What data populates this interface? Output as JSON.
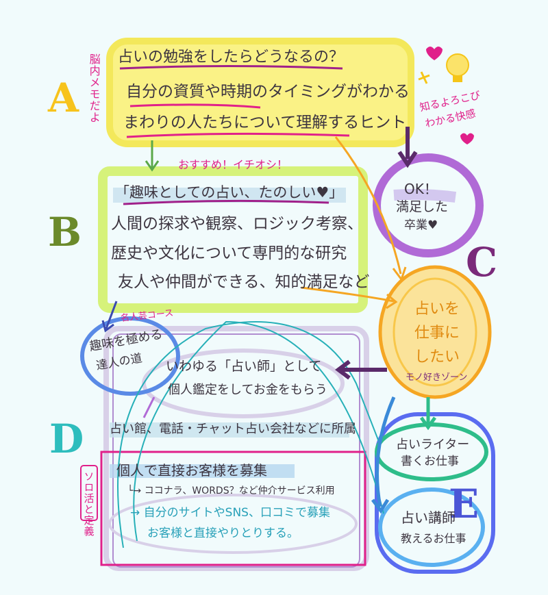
{
  "colors": {
    "a": "#f7c31c",
    "b": "#6b8a2a",
    "c": "#7a2a7a",
    "d": "#2ebdbd",
    "e": "#4b55d6",
    "yellow": "#fbf27a",
    "green": "#d6f27a",
    "purple": "#b06ad6",
    "orange": "#f5a623",
    "blue": "#5a6cf0",
    "magenta": "#e0208a",
    "teal": "#27b0b8",
    "ink": "#3d3540",
    "pink": "#e0208a"
  },
  "letters": {
    "a": "A",
    "b": "B",
    "c": "C",
    "d": "D",
    "e": "E"
  },
  "side_note_a": "脳内メモだよ",
  "side_note_d": "ソロ活と定義",
  "box_a": {
    "line1": "占いの勉強をしたらどうなるの？",
    "line2": "自分の資質や時期のタイミングがわかる",
    "line3": "まわりの人たちについて理解するヒント"
  },
  "joy_note": [
    "知るよろこび",
    "わかる快感"
  ],
  "box_b": {
    "tag": "おすすめ！イチオシ！",
    "title": "「趣味としての占い、たのしい♥」",
    "line1": "人間の探求や観察、ロジック考察、",
    "line2": "歴史や文化について専門的な研究",
    "line3": "友人や仲間ができる、知的満足など"
  },
  "circle_ok": [
    "OK！",
    "満足した",
    "卒業♥"
  ],
  "circle_c": {
    "line1": "占いを",
    "line2": "仕事に",
    "line3": "したい",
    "caption": "モノ好きゾーン"
  },
  "circle_tatsujin": {
    "tag": "名人芸コース",
    "line1": "趣味を極める",
    "line2": "達人の道"
  },
  "box_d": {
    "oval1": "いわゆる「占い師」として",
    "oval2": "個人鑑定をしてお金をもらう",
    "affiliation": "占い館、電話・チャット占い会社などに所属",
    "solo": "個人で直接お客様を募集",
    "solo_sub": "└→ ココナラ、WORDS？など仲介サービス利用",
    "own1": "→ 自分のサイトやSNS、口コミで募集",
    "own2": "お客様と直接やりとりする。"
  },
  "box_e": {
    "writer1": "占いライター",
    "writer2": "書くお仕事",
    "teacher1": "占い講師",
    "teacher2": "教えるお仕事"
  }
}
